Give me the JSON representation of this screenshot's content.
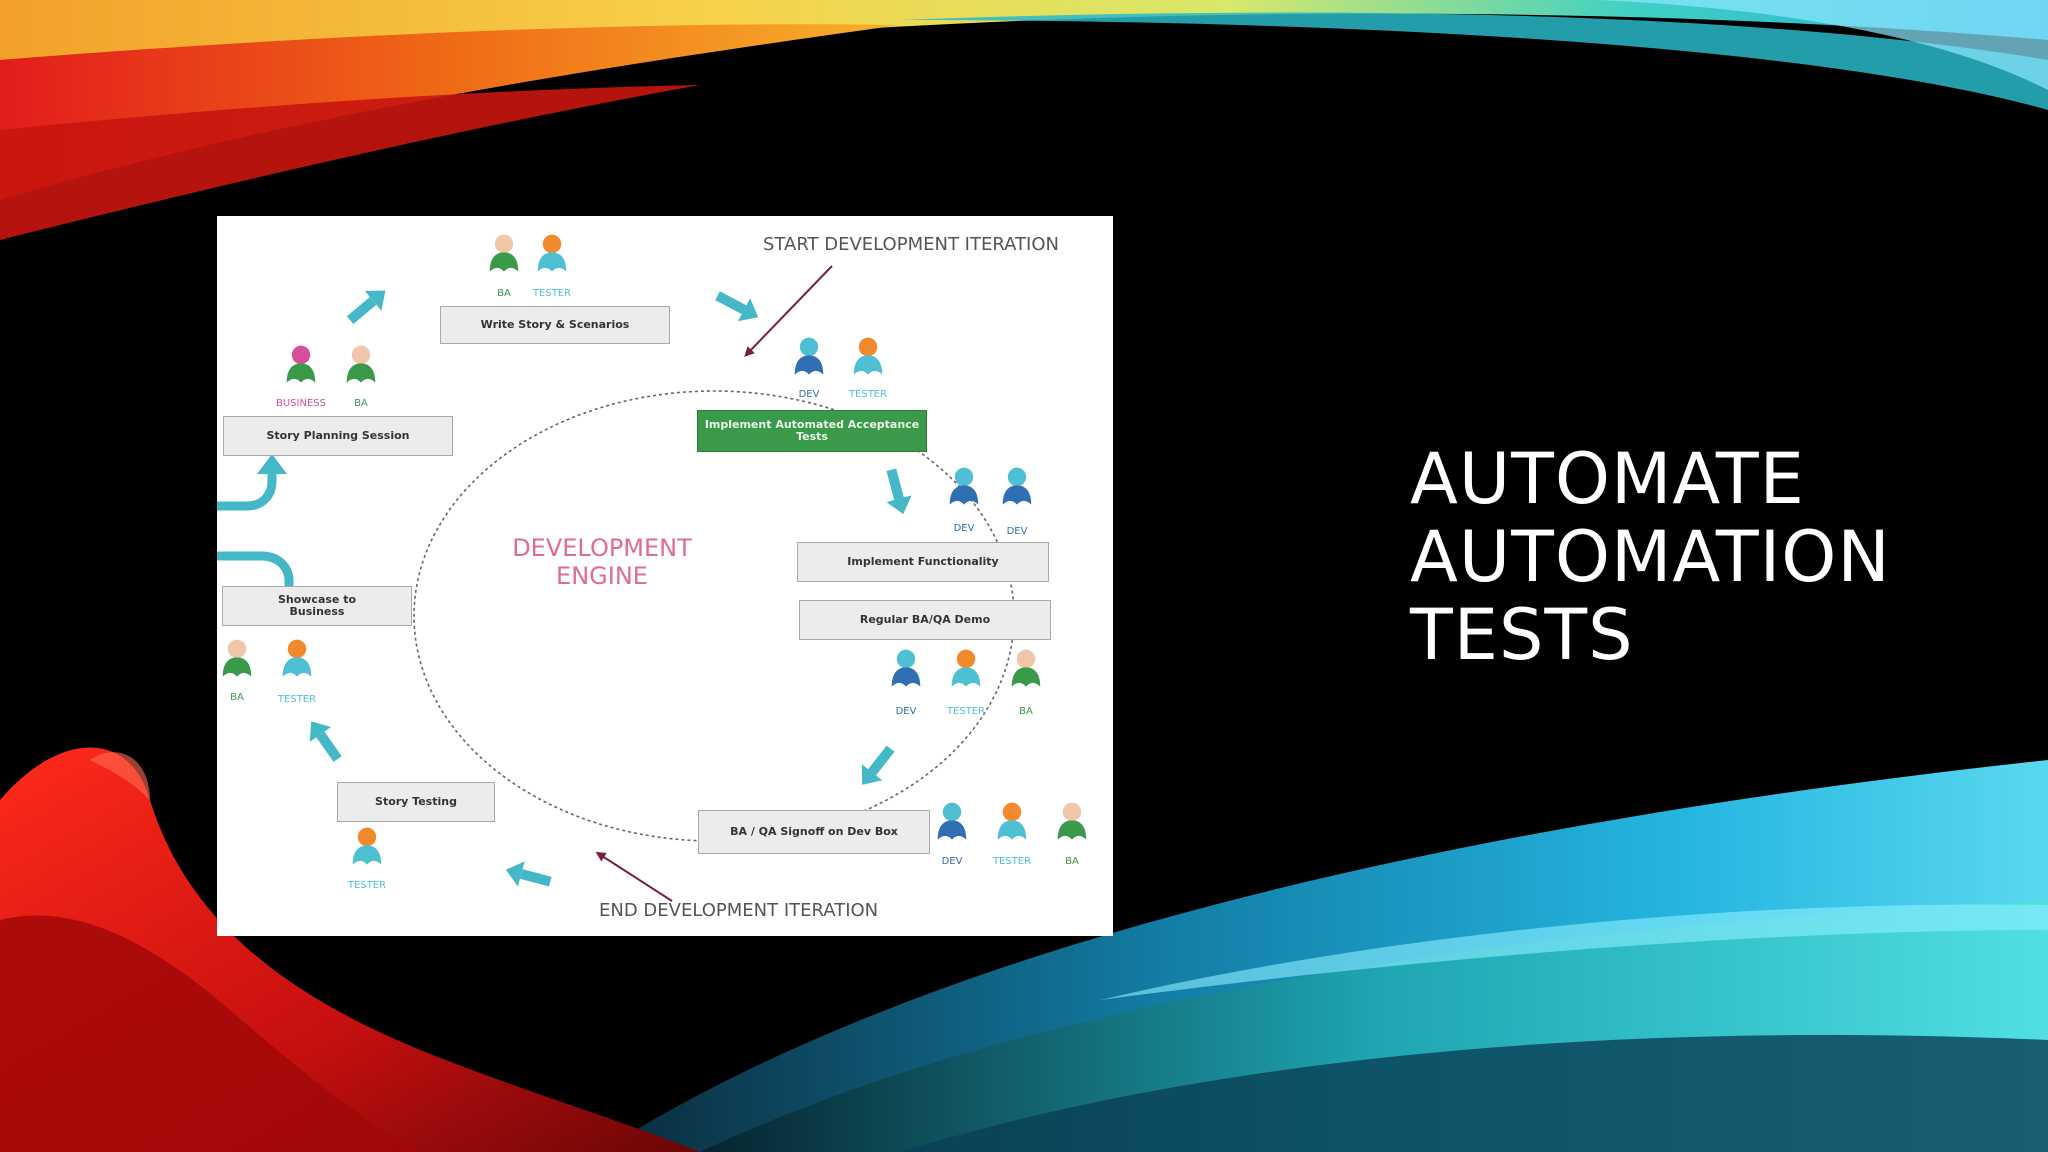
{
  "slide": {
    "title_lines": [
      "AUTOMATE",
      "AUTOMATION",
      "TESTS"
    ]
  },
  "diagram": {
    "start_label": "START DEVELOPMENT ITERATION",
    "end_label": "END DEVELOPMENT ITERATION",
    "center_lines": [
      "DEVELOPMENT",
      "ENGINE"
    ],
    "steps": {
      "write_story": "Write Story & Scenarios",
      "implement_tests": "Implement Automated Acceptance Tests",
      "implement_functionality": "Implement Functionality",
      "demo": "Regular BA/QA Demo",
      "signoff": "BA / QA Signoff on Dev Box",
      "story_testing": "Story Testing",
      "showcase": "Showcase to Business",
      "planning": "Story Planning Session"
    },
    "roles": {
      "dev": "DEV",
      "tester": "TESTER",
      "ba": "BA",
      "business": "BUSINESS"
    }
  }
}
